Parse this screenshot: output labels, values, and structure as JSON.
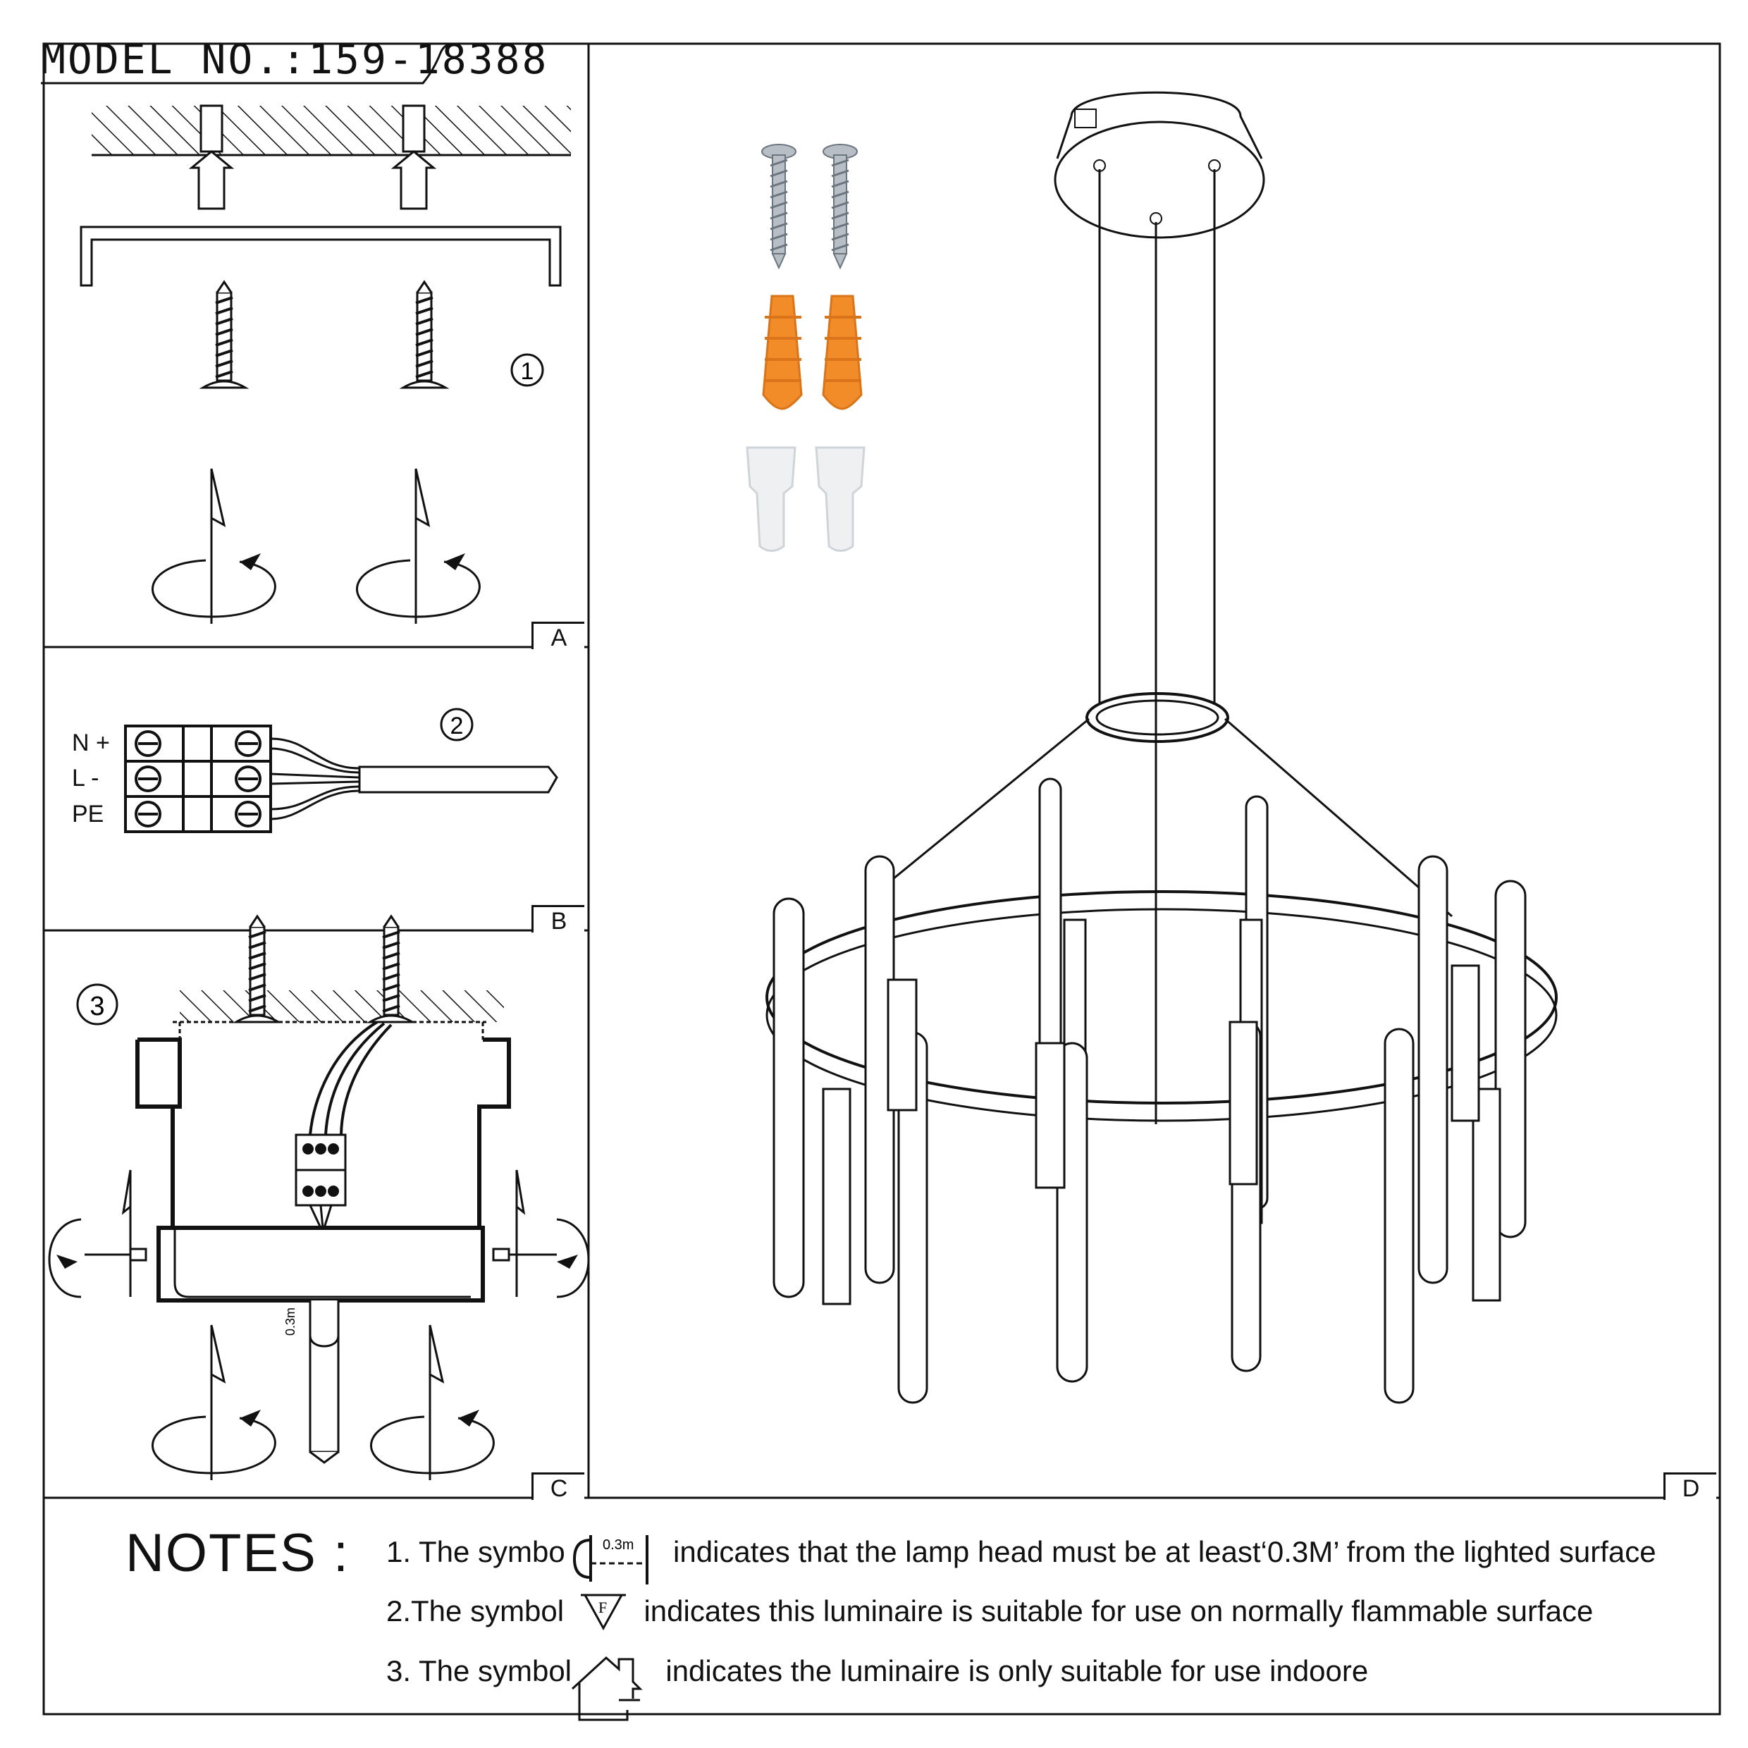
{
  "header": {
    "model": "MODEL NO.:159-18388"
  },
  "panels": {
    "A": {
      "label": "A",
      "step": "1"
    },
    "B": {
      "label": "B",
      "step": "2",
      "terminals": [
        "N +",
        "L -",
        "PE"
      ]
    },
    "C": {
      "label": "C",
      "step": "3",
      "box_mark": "0.3m"
    },
    "D": {
      "label": "D"
    }
  },
  "notes": {
    "title": "NOTES :",
    "items": [
      {
        "prefix": "1. The symbo",
        "symbol_text": "0.3m",
        "suffix": "indicates that the lamp head must be at least‘0.3M’ from the lighted surface"
      },
      {
        "prefix": "2.The symbol",
        "symbol_text": "F",
        "suffix": "indicates this luminaire is suitable for use on normally flammable surface"
      },
      {
        "prefix": "3. The symbol",
        "symbol_text": "",
        "suffix": "indicates the luminaire is only suitable for use indoore"
      }
    ]
  },
  "colors": {
    "line": "#111111",
    "anchor": "#F28C28",
    "screw": "#9aa3ab",
    "wirenut": "#e9ecef"
  },
  "icons": [
    "screw-icon",
    "wall-anchor-icon",
    "wire-connector-icon",
    "rotation-arrow-icon",
    "terminal-block-icon",
    "indoor-house-icon",
    "flammable-surface-icon",
    "distance-symbol-icon"
  ]
}
